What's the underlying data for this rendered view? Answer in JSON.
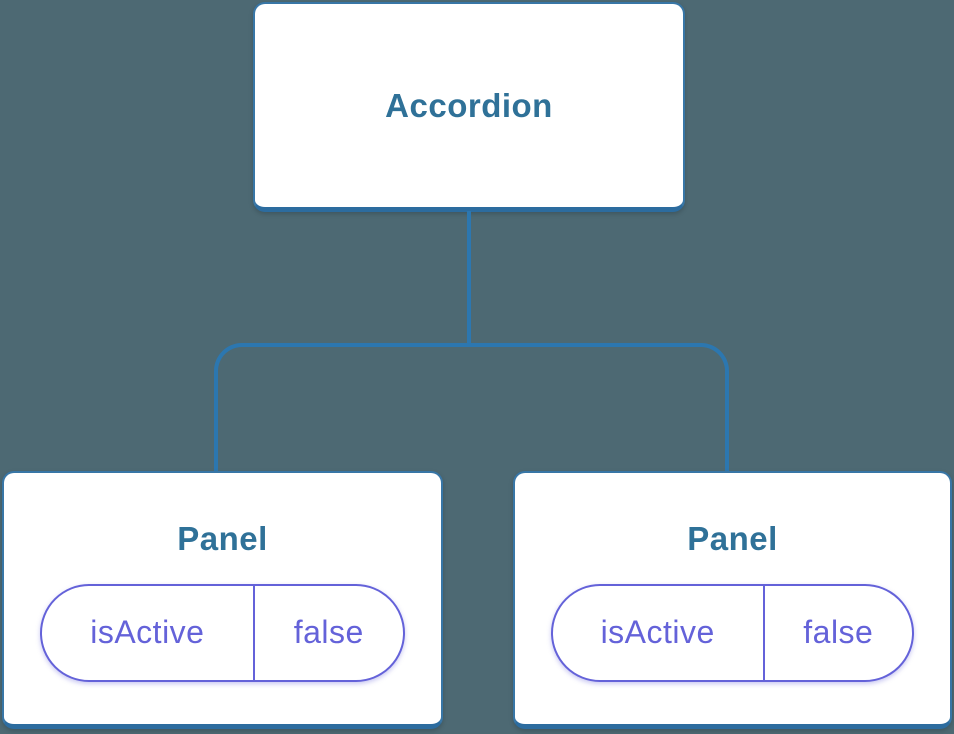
{
  "diagram": {
    "type": "component-tree",
    "root": {
      "label": "Accordion"
    },
    "children": [
      {
        "label": "Panel",
        "state": {
          "key": "isActive",
          "value": "false"
        }
      },
      {
        "label": "Panel",
        "state": {
          "key": "isActive",
          "value": "false"
        }
      }
    ]
  },
  "colors": {
    "background": "#4D6973",
    "node_border": "#3876A6",
    "node_border_bottom": "#2C6C9F",
    "node_fill": "#FFFFFF",
    "node_label": "#2F7198",
    "connector": "#2C77B0",
    "state_accent": "#6462D9"
  }
}
